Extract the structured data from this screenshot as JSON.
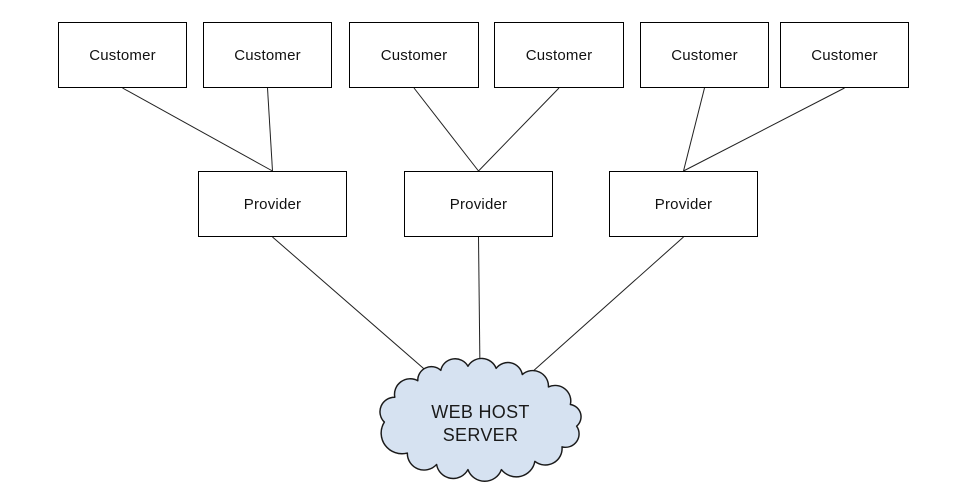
{
  "diagram": {
    "title": "",
    "nodes": [
      {
        "id": "customer-1",
        "type": "box",
        "label": "Customer"
      },
      {
        "id": "customer-2",
        "type": "box",
        "label": "Customer"
      },
      {
        "id": "customer-3",
        "type": "box",
        "label": "Customer"
      },
      {
        "id": "customer-4",
        "type": "box",
        "label": "Customer"
      },
      {
        "id": "customer-5",
        "type": "box",
        "label": "Customer"
      },
      {
        "id": "customer-6",
        "type": "box",
        "label": "Customer"
      },
      {
        "id": "provider-1",
        "type": "box",
        "label": "Provider"
      },
      {
        "id": "provider-2",
        "type": "box",
        "label": "Provider"
      },
      {
        "id": "provider-3",
        "type": "box",
        "label": "Provider"
      },
      {
        "id": "web-host-server",
        "type": "cloud",
        "label_lines": [
          "WEB HOST",
          "SERVER"
        ]
      }
    ],
    "edges": [
      {
        "from": "customer-1",
        "to": "provider-1"
      },
      {
        "from": "customer-2",
        "to": "provider-1"
      },
      {
        "from": "customer-3",
        "to": "provider-2"
      },
      {
        "from": "customer-4",
        "to": "provider-2"
      },
      {
        "from": "customer-5",
        "to": "provider-3"
      },
      {
        "from": "customer-6",
        "to": "provider-3"
      },
      {
        "from": "provider-1",
        "to": "web-host-server"
      },
      {
        "from": "provider-2",
        "to": "web-host-server"
      },
      {
        "from": "provider-3",
        "to": "web-host-server"
      }
    ],
    "colors": {
      "background": "#ffffff",
      "box_fill": "#ffffff",
      "box_border": "#000000",
      "line": "#212121",
      "cloud_fill": "#d6e2f1",
      "cloud_border": "#1a1a1a",
      "text": "#111111"
    }
  }
}
